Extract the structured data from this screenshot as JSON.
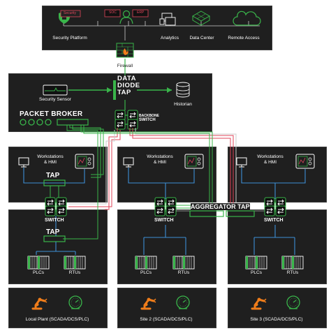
{
  "top": {
    "security_platform": "Security Platform",
    "security_badge": "Security",
    "soc_badge": "SOC",
    "erp_badge": "ERP",
    "analytics": "Analytics",
    "data_center": "Data Center",
    "remote_access": "Remote Access",
    "firewall": "Firewall"
  },
  "middle": {
    "data_diode_tap": [
      "DATA",
      "DIODE",
      "TAP"
    ],
    "security_sensor": "Security Sensor",
    "historian": "Historian",
    "packet_broker": "PACKET BROKER",
    "backbone_switch": [
      "BACKBONE",
      "SWITCH"
    ]
  },
  "sites": {
    "workstations": [
      "Workstations",
      "& HMI"
    ],
    "tap": "TAP",
    "switch": "SWITCH",
    "aggregator_tap": "AGGREGATOR TAP",
    "plcs": "PLCs",
    "rtus": "RTUs",
    "local_plant": "Local Plant (SCADA/DCS/PLC)",
    "site2": "Site 2 (SCADA/DCS/PLC)",
    "site3": "Site 3 (SCADA/DCS/PLC)"
  },
  "colors": {
    "panel": "#1f1f1f",
    "accent_green": "#39b54a",
    "line_red": "#e0455a",
    "line_blue": "#3d8fd6",
    "line_white": "#dddddd",
    "robot_orange": "#f07d1a"
  }
}
